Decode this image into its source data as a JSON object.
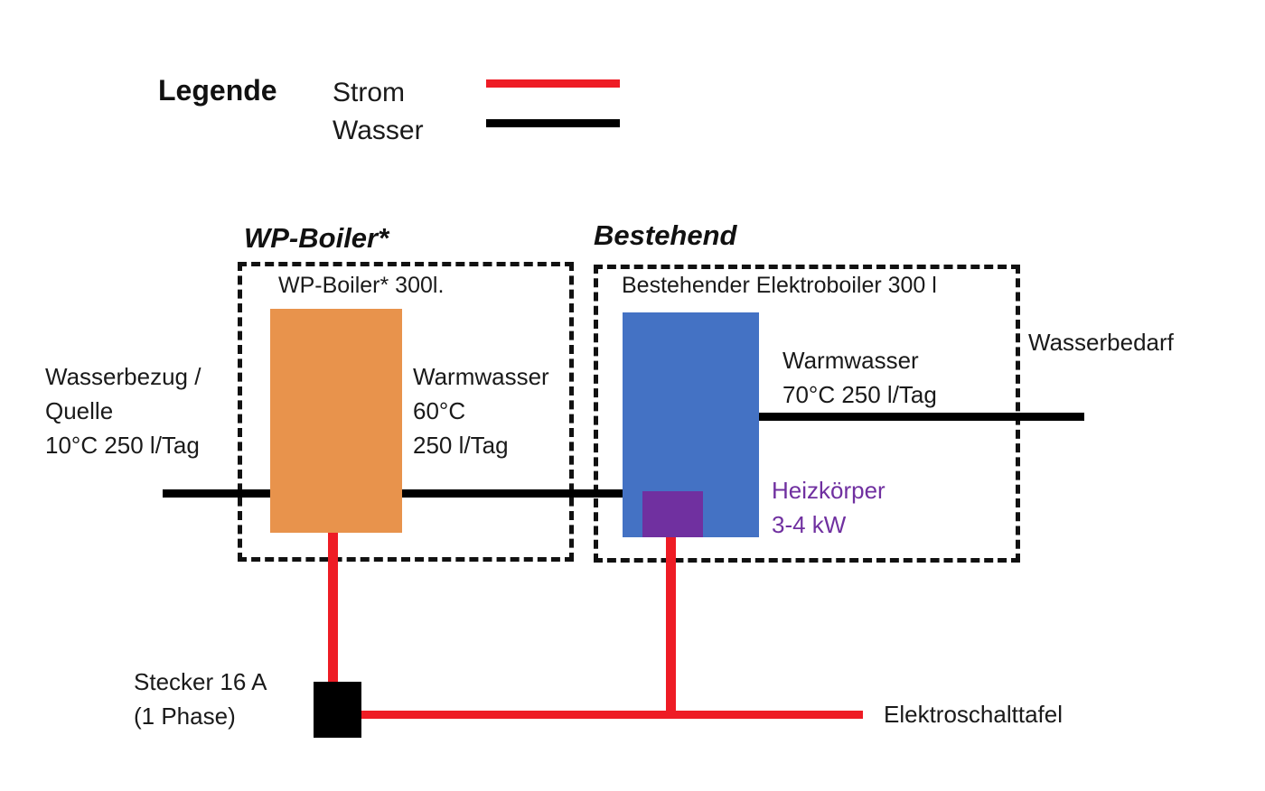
{
  "colors": {
    "strom": "#ee1c25",
    "wasser": "#000000",
    "wp_boiler": "#e8934c",
    "elektroboiler": "#4472c4",
    "heizkoerper": "#7030a0"
  },
  "legend": {
    "title": "Legende",
    "strom_label": "Strom",
    "wasser_label": "Wasser"
  },
  "wp_group": {
    "title": "WP-Boiler*",
    "boiler_label": "WP-Boiler* 300l.",
    "warmwasser_text": "Warmwasser\n60°C\n250 l/Tag"
  },
  "bestehend_group": {
    "title": "Bestehend",
    "boiler_label": "Bestehender Elektroboiler 300 l",
    "warmwasser_text": "Warmwasser\n70°C 250 l/Tag",
    "heizkoerper_text": "Heizkörper\n3-4 kW"
  },
  "source": {
    "wasserbezug_text": "Wasserbezug /\nQuelle\n10°C 250 l/Tag"
  },
  "demand": {
    "wasserbedarf_label": "Wasserbedarf"
  },
  "electrical": {
    "stecker_label": "Stecker 16 A\n(1 Phase)",
    "schalttafel_label": "Elektroschalttafel"
  }
}
